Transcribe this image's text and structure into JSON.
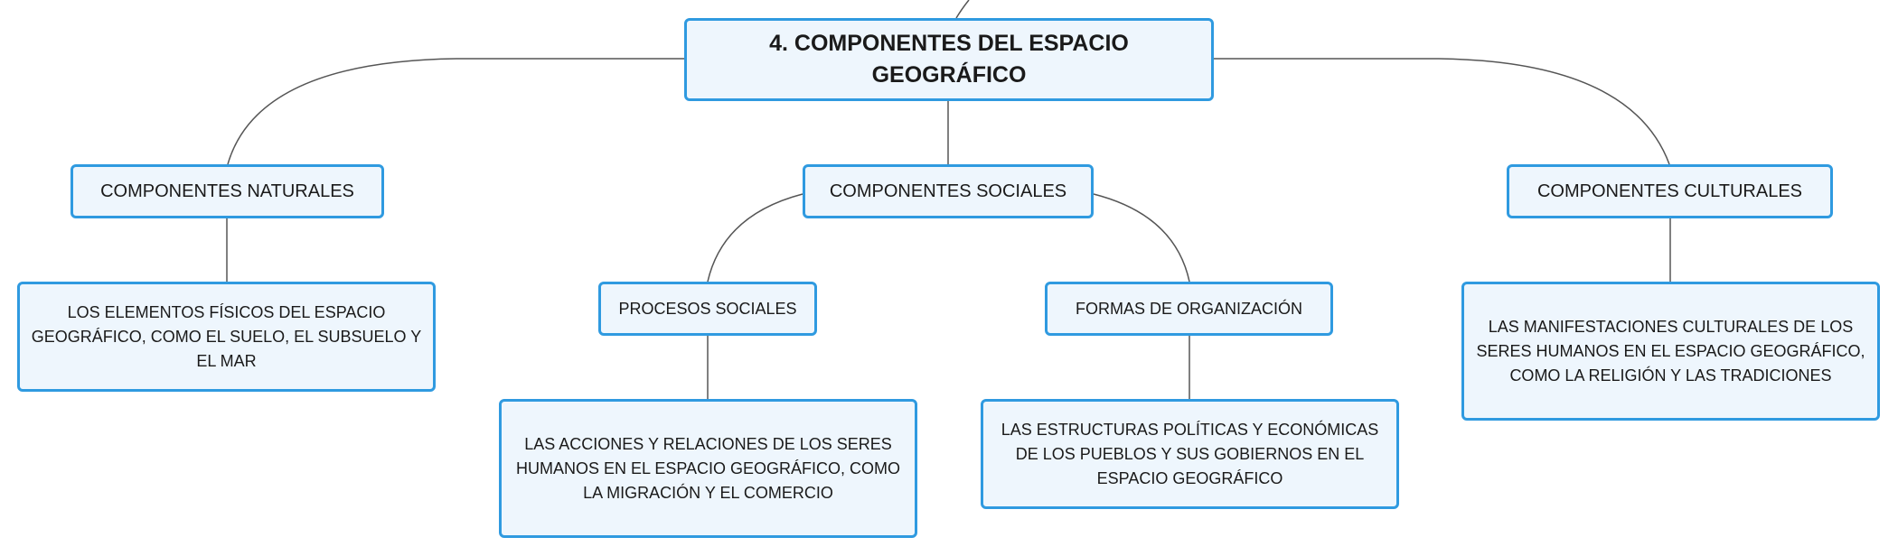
{
  "root": {
    "title": "4. COMPONENTES DEL ESPACIO GEOGRÁFICO"
  },
  "naturales": {
    "label": "COMPONENTES NATURALES",
    "description": "LOS ELEMENTOS FÍSICOS DEL ESPACIO GEOGRÁFICO, COMO EL SUELO, EL SUBSUELO Y EL MAR"
  },
  "sociales": {
    "label": "COMPONENTES SOCIALES",
    "procesos": {
      "label": "PROCESOS SOCIALES",
      "description": "LAS ACCIONES Y RELACIONES DE LOS SERES HUMANOS EN EL ESPACIO GEOGRÁFICO, COMO LA MIGRACIÓN Y EL COMERCIO"
    },
    "organizacion": {
      "label": "FORMAS DE ORGANIZACIÓN",
      "description": "LAS ESTRUCTURAS POLÍTICAS Y ECONÓMICAS DE LOS PUEBLOS Y SUS GOBIERNOS EN EL ESPACIO GEOGRÁFICO"
    }
  },
  "culturales": {
    "label": "COMPONENTES CULTURALES",
    "description": "LAS MANIFESTACIONES CULTURALES DE LOS SERES HUMANOS EN EL ESPACIO GEOGRÁFICO, COMO LA RELIGIÓN Y LAS TRADICIONES"
  },
  "colors": {
    "node_fill": "#eef6fd",
    "node_border": "#2f9ae0",
    "connector": "#555555"
  }
}
